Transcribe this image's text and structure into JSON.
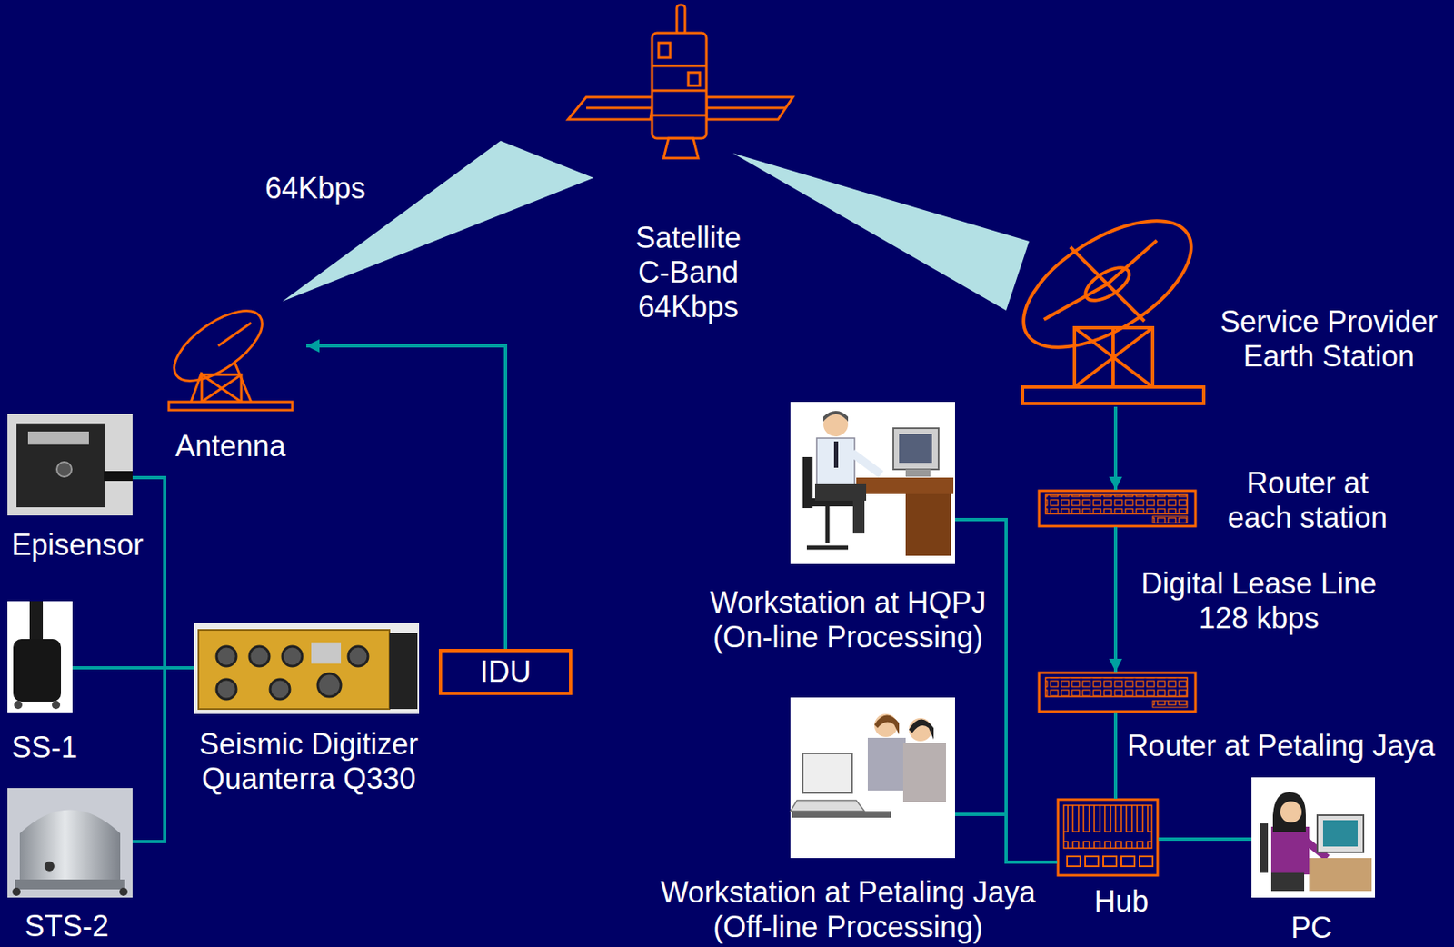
{
  "diagram": {
    "nodes": [
      {
        "text": [
          "Satellite C-Band 64Kbps"
        ]
      },
      {
        "text": [
          "Antenna"
        ]
      },
      {
        "text": [
          "Episensor"
        ]
      },
      {
        "text": [
          "SS-1"
        ]
      },
      {
        "text": [
          "STS-2"
        ]
      },
      {
        "text": [
          "Seismic Digitizer Quanterra Q330"
        ]
      },
      {
        "text": [
          "IDU"
        ]
      },
      {
        "text": [
          "Service Provider Earth Station"
        ]
      },
      {
        "text": [
          "Router at each station"
        ]
      },
      {
        "text": [
          "Workstation at HQPJ (On-line Processing)"
        ]
      },
      {
        "text": [
          "Router at Petaling Jaya"
        ]
      },
      {
        "text": [
          "Workstation at Petaling Jaya (Off-line Processing)"
        ]
      },
      {
        "text": [
          "Hub"
        ]
      },
      {
        "text": [
          "PC"
        ]
      }
    ],
    "edges": [
      {
        "from": 2,
        "to": 5,
        "arrow": "none"
      },
      {
        "from": 3,
        "to": 5,
        "arrow": "none"
      },
      {
        "from": 4,
        "to": 5,
        "arrow": "none"
      },
      {
        "from": 6,
        "to": 1,
        "arrow": "to"
      },
      {
        "from": 7,
        "to": 8,
        "arrow": "to"
      },
      {
        "from": 8,
        "to": 10,
        "arrow": "to",
        "label": "Digital Lease Line 128 kbps"
      },
      {
        "from": 10,
        "to": 12,
        "arrow": "none"
      },
      {
        "from": 9,
        "to": 12,
        "arrow": "none"
      },
      {
        "from": 11,
        "to": 12,
        "arrow": "none"
      },
      {
        "from": 12,
        "to": 13,
        "arrow": "none"
      }
    ],
    "labels": [
      "64Kbps"
    ]
  }
}
